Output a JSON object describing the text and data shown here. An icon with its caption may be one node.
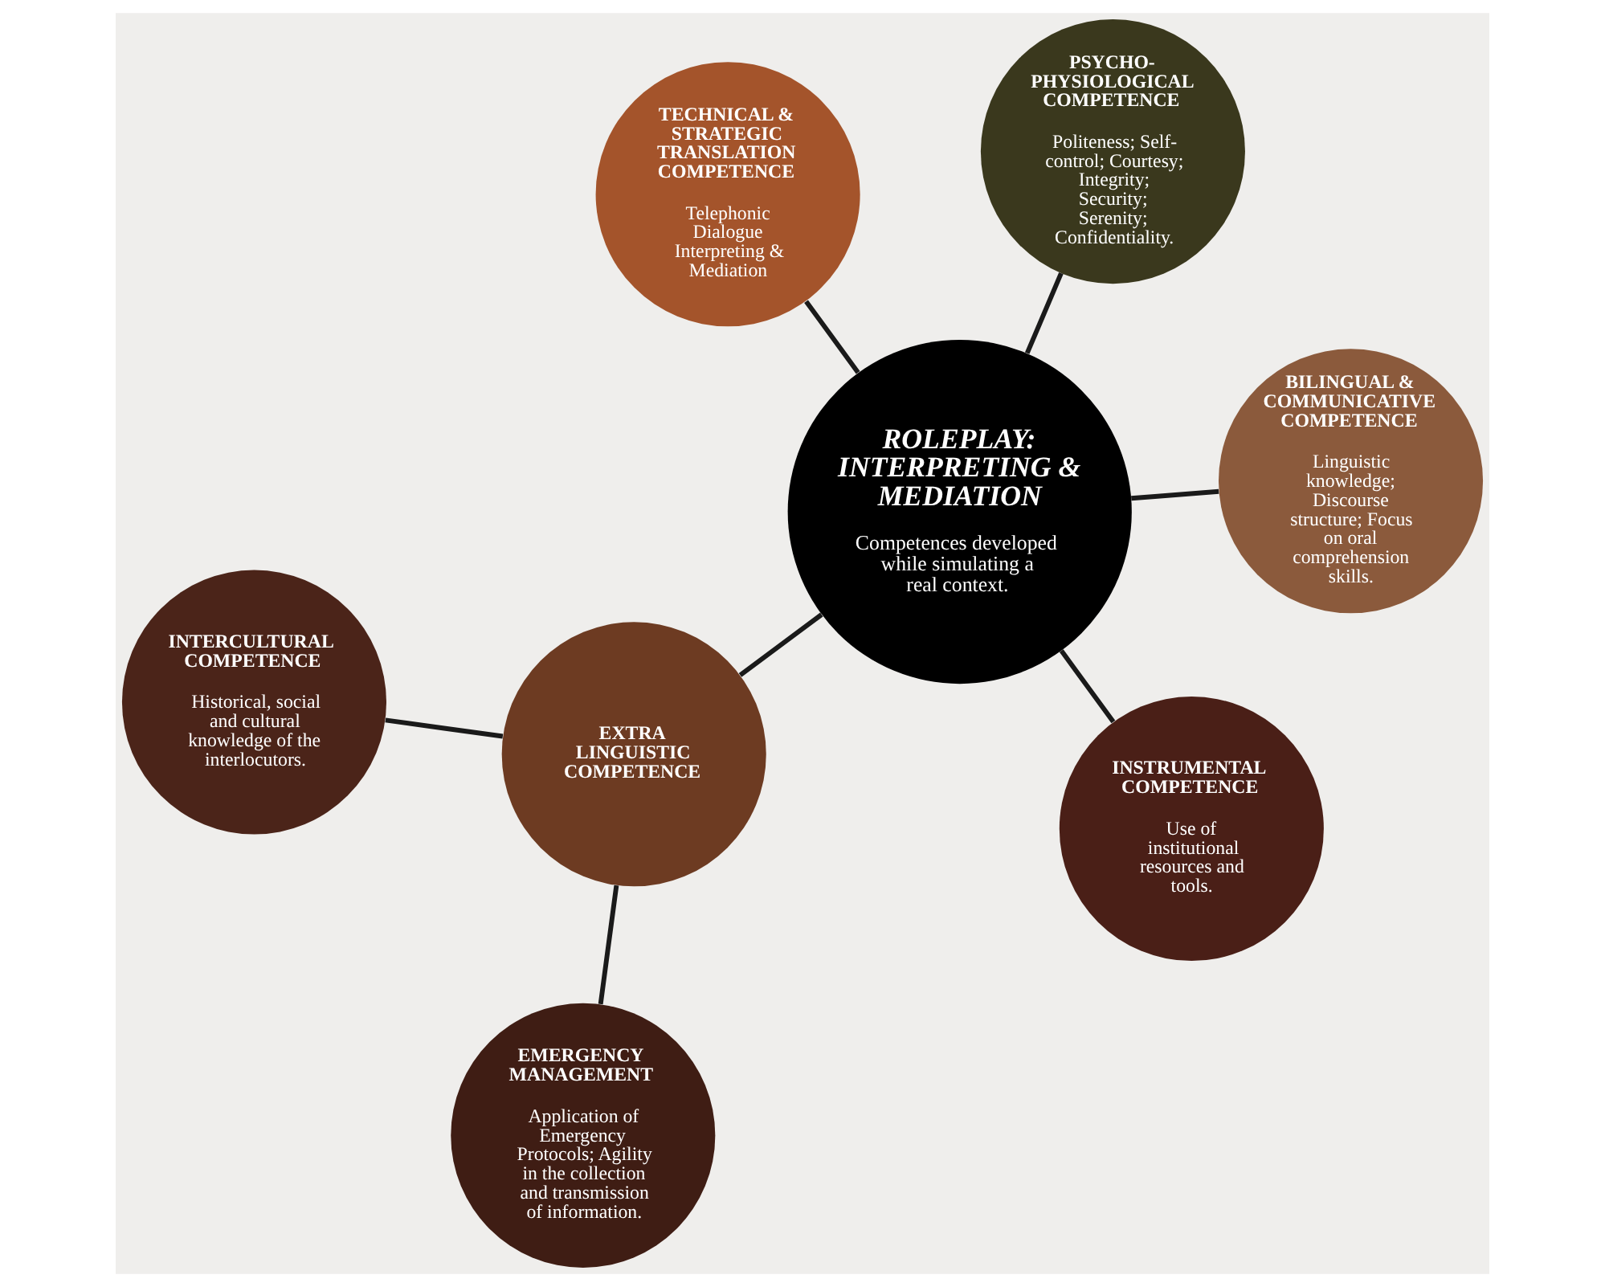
{
  "diagram": {
    "nodes": [
      {
        "text": [
          "ROLEPLAY: INTERPRETING & MEDIATION",
          "Competences developed while simulating a real context."
        ]
      },
      {
        "text": [
          "BILINGUAL & COMMUNICATIVE COMPETENCE",
          "Linguistic knowledge; Discourse structure; Focus on oral comprehension skills."
        ]
      },
      {
        "text": [
          "INSTRUMENTAL COMPETENCE",
          "Use of institutional resources and tools."
        ]
      },
      {
        "text": [
          "TECHNICAL & STRATEGIC TRANSLATION COMPETENCE",
          "Telephonic Dialogue Interpreting & Mediation"
        ]
      },
      {
        "text": [
          "PSYCHO-PHYSIOLOGICAL COMPETENCE",
          "Politeness; Self-control; Courtesy; Integrity; Security; Serenity; Confidentiality."
        ]
      },
      {
        "text": [
          "INTERCULTURAL COMPETENCE",
          "Historical, social and cultural knowledge of the interlocutors."
        ]
      },
      {
        "text": [
          "EXTRA LINGUISTIC COMPETENCE"
        ]
      },
      {
        "text": [
          "EMERGENCY MANAGEMENT",
          "Application of Emergency Protocols; Agility in the collection and transmission of information."
        ]
      }
    ],
    "edges": [
      {
        "from": 0,
        "to": 1,
        "arrow": "none"
      },
      {
        "from": 0,
        "to": 2,
        "arrow": "none"
      },
      {
        "from": 0,
        "to": 3,
        "arrow": "none"
      },
      {
        "from": 0,
        "to": 4,
        "arrow": "none"
      },
      {
        "from": 0,
        "to": 6,
        "arrow": "none"
      },
      {
        "from": 5,
        "to": 6,
        "arrow": "none"
      },
      {
        "from": 6,
        "to": 7,
        "arrow": "none"
      }
    ]
  }
}
